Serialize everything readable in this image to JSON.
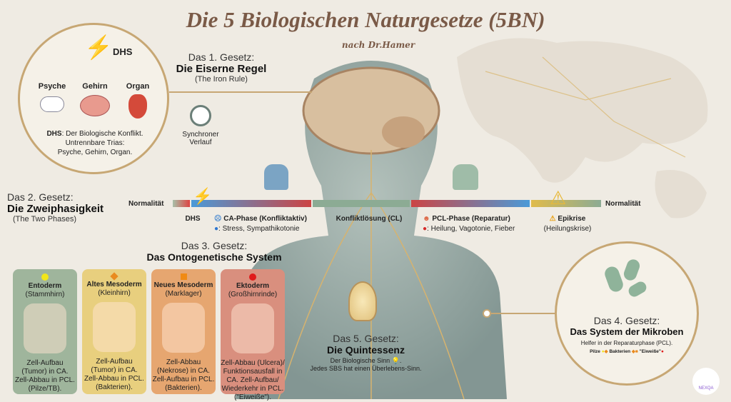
{
  "header": {
    "title": "Die 5 Biologischen Naturgesetze (5BN)",
    "subtitle": "nach Dr.Hamer"
  },
  "law1": {
    "number": "Das 1. Gesetz:",
    "title": "Die Eiserne Regel",
    "subtitle": "(The Iron Rule)",
    "circle": {
      "dhs": "DHS",
      "items": [
        "Psyche",
        "Gehirn",
        "Organ"
      ],
      "desc_bold": "DHS",
      "desc": ": Der Biologische Konflikt.",
      "desc2": "Untrennbare Trias:",
      "desc3": "Psyche, Gehirn, Organ."
    },
    "clock_label1": "Synchroner",
    "clock_label2": "Verlauf"
  },
  "law2": {
    "number": "Das 2. Gesetz:",
    "title": "Die Zweiphasigkeit",
    "subtitle": "(The Two Phases)",
    "start": "Normalität",
    "end": "Normalität",
    "phases": [
      {
        "title": "DHS",
        "detail": ""
      },
      {
        "title": "CA-Phase (Konfliktaktiv)",
        "detail": ": Stress, Sympathikotonie",
        "color": "#2f77d0"
      },
      {
        "title": "Konfliktlösung (CL)",
        "detail": ""
      },
      {
        "title": "PCL-Phase (Reparatur)",
        "detail": ": Heilung, Vagotonie, Fieber",
        "color": "#d62a2a"
      },
      {
        "title": "Epikrise",
        "detail": "(Heilungskrise)"
      }
    ]
  },
  "law3": {
    "number": "Das 3. Gesetz:",
    "title": "Das Ontogenetische System",
    "cards": [
      {
        "name": "Entoderm",
        "sub": "(Stammhirn)",
        "lines": [
          "Zell-Aufbau",
          "(Tumor) in CA.",
          "Zell-Abbau in PCL.",
          "(Pilze/TB)."
        ],
        "bg": "#9fb59c",
        "marker": "#f2e61a"
      },
      {
        "name": "Altes Mesoderm",
        "sub": "(Kleinhirn)",
        "lines": [
          "Zell-Aufbau",
          "(Tumor) in CA.",
          "Zell-Abbau in PCL.",
          "(Bakterien)."
        ],
        "bg": "#e8cf7e",
        "marker": "#e98a1e"
      },
      {
        "name": "Neues Mesoderm",
        "sub": "(Marklager)",
        "lines": [
          "Zell-Abbau",
          "(Nekrose) in CA.",
          "Zell-Aufbau in PCL.",
          "(Bakterien)."
        ],
        "bg": "#e6a670",
        "marker": "#f08a14"
      },
      {
        "name": "Ektoderm",
        "sub": "(Großhirnrinde)",
        "lines": [
          "Zell-Abbau (Ulcera)/",
          "Funktionsausfall in",
          "CA. Zell-Aufbau/",
          "Wiederkehr in PCL.",
          "(\"Eiweiße\")."
        ],
        "bg": "#d98f7e",
        "marker": "#e01a1a"
      }
    ]
  },
  "law4": {
    "number": "Das 4. Gesetz:",
    "title": "Das System der Mikroben",
    "desc": "Helfer in der Reparaturphase (PCL).",
    "legend": [
      "Pilze",
      "Bakterien",
      "\"Eiweiße\""
    ]
  },
  "law5": {
    "number": "Das 5. Gesetz:",
    "title": "Die Quintessenz",
    "desc1": "Der Biologische Sinn",
    "desc2": "Jedes SBS hat einen Überlebens-Sinn."
  },
  "logo": {
    "text": "NEXQA"
  }
}
